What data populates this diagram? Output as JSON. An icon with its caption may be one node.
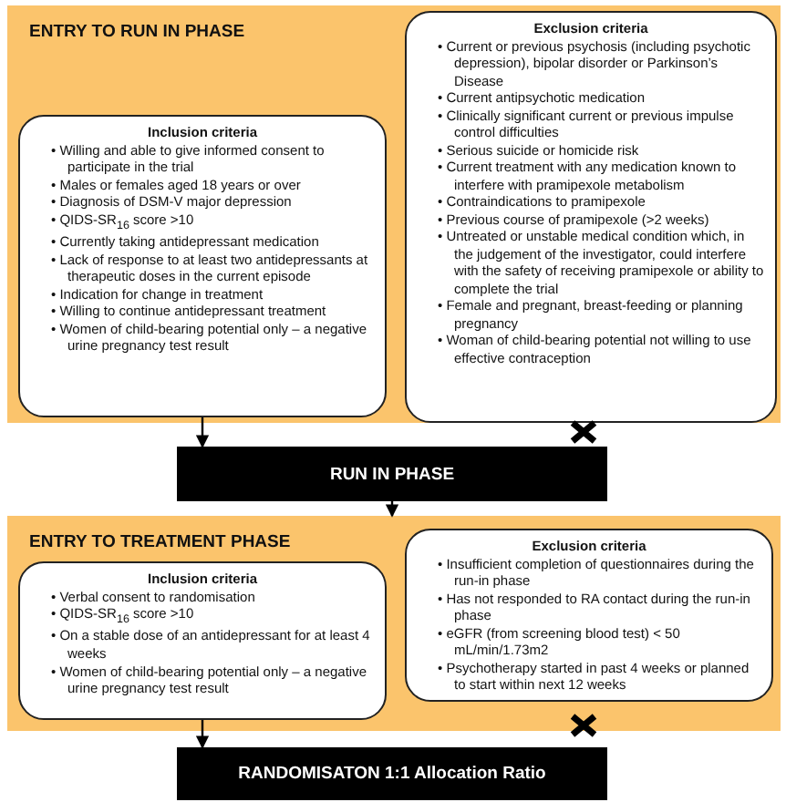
{
  "diagram": {
    "nodes": [
      {
        "text": [
          "ENTRY TO RUN IN PHASE"
        ]
      },
      {
        "text": [
          "Inclusion criteria",
          "• Willing and able to give informed consent to participate in the trial",
          "• Males or females aged 18 years or over",
          "• Diagnosis of DSM-V major depression",
          "• QIDS-SR$_{16}$ score >10",
          "• Currently taking antidepressant medication",
          "• Lack of response to at least two antidepressants at therapeutic doses in the current episode",
          "• Indication for change in treatment",
          "• Willing to continue antidepressant treatment",
          "• Women of child-bearing potential only – a negative urine pregnancy test result"
        ],
        "in": 0
      },
      {
        "text": [
          "Exclusion criteria",
          "• Current or previous psychosis (including psychotic depression), bipolar disorder or Parkinson’s Disease",
          "• Current antipsychotic medication",
          "• Clinically significant current or previous impulse control difficulties",
          "• Serious suicide or homicide risk",
          "• Current treatment with any medication known to interfere with pramipexole metabolism",
          "• Contraindications to pramipexole",
          "• Previous course of pramipexole (>2 weeks)",
          "• Untreated or unstable medical condition which, in the judgement of the investigator, could interfere with the safety of receiving pramipexole or ability to complete the trial",
          "• Female and pregnant, breast-feeding or planning pregnancy",
          "• Woman of child-bearing potential not willing to use effective contraception"
        ],
        "in": 0
      },
      {
        "text": [
          "RUN IN PHASE"
        ]
      },
      {
        "text": [
          "ENTRY TO TREATMENT PHASE"
        ]
      },
      {
        "text": [
          "Inclusion criteria",
          "• Verbal consent to randomisation",
          "• QIDS-SR$_{16}$ score >10",
          "• On a stable dose of an antidepressant for at least 4 weeks",
          "• Women of child-bearing potential only – a negative urine pregnancy test result"
        ],
        "in": 4
      },
      {
        "text": [
          "Exclusion criteria",
          "• Insufficient completion of questionnaires during the run-in phase",
          "• Has not responded to RA contact during the run-in phase",
          "• eGFR (from screening blood test) < 50 mL/min/1.73m2",
          "• Psychotherapy started in past 4 weeks or planned to start within next 12 weeks"
        ],
        "in": 4
      },
      {
        "text": [
          "RANDOMISATON 1:1 Allocation Ratio"
        ]
      }
    ],
    "edges": [
      {
        "from": 1,
        "to": 3,
        "arrow": "to"
      },
      {
        "from": 3,
        "to": 4,
        "arrow": "to"
      },
      {
        "from": 5,
        "to": 7,
        "arrow": "to"
      }
    ]
  }
}
